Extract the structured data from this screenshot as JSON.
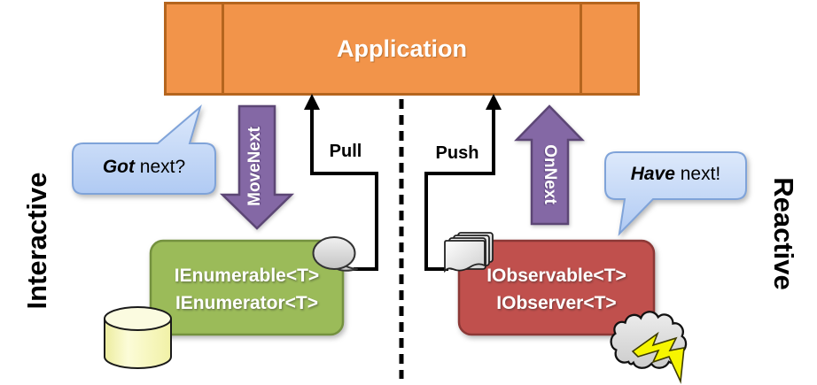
{
  "application": {
    "label": "Application"
  },
  "sides": {
    "left": "Interactive",
    "right": "Reactive"
  },
  "left": {
    "bubble": {
      "emphasis": "Got",
      "rest": " next?"
    },
    "method_arrow_label": "MoveNext",
    "flow_label": "Pull",
    "interface_box": {
      "line1": "IEnumerable<T>",
      "line2": "IEnumerator<T>"
    }
  },
  "right": {
    "bubble": {
      "emphasis": "Have",
      "rest": " next!"
    },
    "method_arrow_label": "OnNext",
    "flow_label": "Push",
    "interface_box": {
      "line1": "IObservable<T>",
      "line2": "IObserver<T>"
    }
  },
  "icons": {
    "database": "database-cylinder-icon",
    "enumerator_balloon": "speech-balloon-icon",
    "event_batch": "papers-stack-icon",
    "event_source": "cloud-icon",
    "event_flash": "lightning-bolt-icon"
  },
  "colors": {
    "orange_fill": "#F2944A",
    "orange_border": "#B5651E",
    "purple_fill": "#8468A5",
    "purple_border": "#5C4675",
    "green_fill": "#9BBB59",
    "green_border": "#74913F",
    "red_fill": "#C0504D",
    "red_border": "#8C3836",
    "bubble_fill": "#C7D9F7",
    "bubble_border": "#7FA3D9",
    "cylinder_yellow": "#F8F8B8",
    "cloud_gray": "#DCDCDC",
    "lightning_yellow": "#F6F500",
    "line_black": "#000000"
  }
}
